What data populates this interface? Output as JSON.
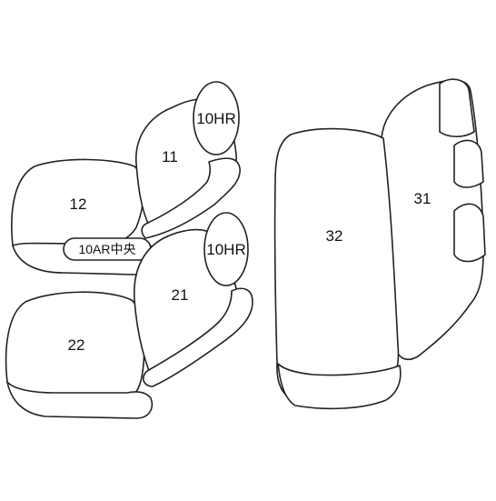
{
  "labels": {
    "headrest_front_upper": "10HR",
    "backrest_front_upper": "11",
    "seat_front_upper": "12",
    "center_part": "10AR中央",
    "headrest_front_lower": "10HR",
    "backrest_front_lower": "21",
    "seat_front_lower": "22",
    "rear_seat_cushion": "32",
    "rear_seat_back": "31"
  },
  "colors": {
    "stroke": "#222222",
    "fill": "#ffffff",
    "background": "#ffffff"
  }
}
